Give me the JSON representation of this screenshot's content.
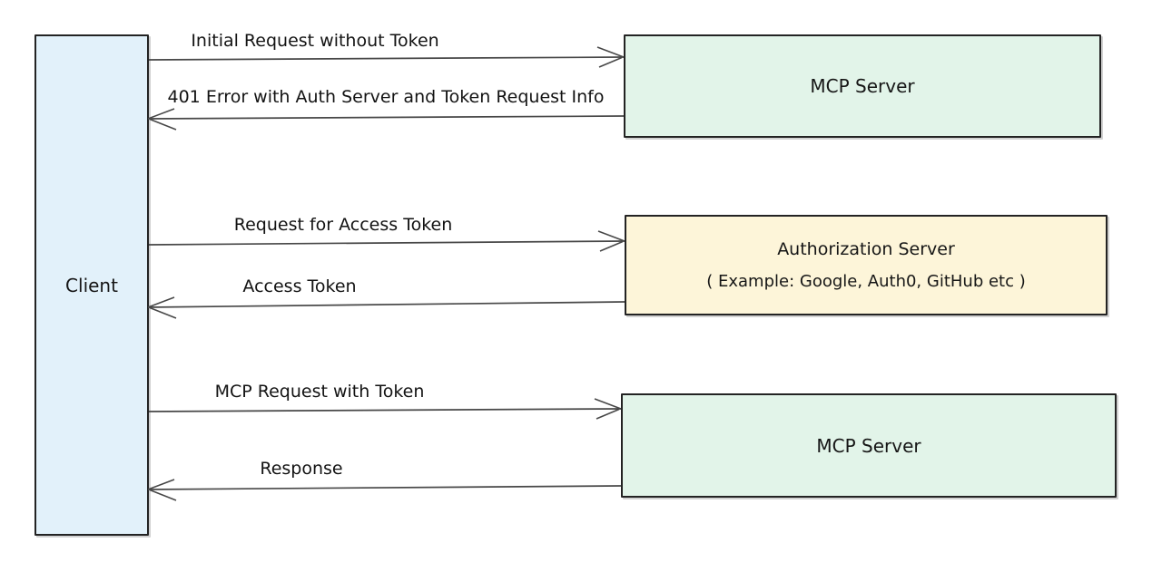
{
  "diagram": {
    "nodes": {
      "client": {
        "label": "Client",
        "fill": "#e2f1fa"
      },
      "mcp_server_top": {
        "label": "MCP Server",
        "fill": "#e2f4e9"
      },
      "auth_server": {
        "label": "Authorization Server",
        "sublabel": "( Example: Google, Auth0, GitHub etc )",
        "fill": "#fdf5d9"
      },
      "mcp_server_bottom": {
        "label": "MCP Server",
        "fill": "#e2f4e9"
      }
    },
    "arrows": [
      {
        "label": "Initial Request without Token",
        "from": "client",
        "to": "mcp_server_top",
        "direction": "right"
      },
      {
        "label": "401 Error with Auth Server and Token Request Info",
        "from": "mcp_server_top",
        "to": "client",
        "direction": "left"
      },
      {
        "label": "Request for Access Token",
        "from": "client",
        "to": "auth_server",
        "direction": "right"
      },
      {
        "label": "Access Token",
        "from": "auth_server",
        "to": "client",
        "direction": "left"
      },
      {
        "label": "MCP Request with Token",
        "from": "client",
        "to": "mcp_server_bottom",
        "direction": "right"
      },
      {
        "label": "Response",
        "from": "mcp_server_bottom",
        "to": "client",
        "direction": "left"
      }
    ],
    "colors": {
      "background": "#ffffff",
      "node_border": "#232323",
      "arrow_stroke": "#474747",
      "text": "#131313",
      "client_fill": "#e2f1fa",
      "mcp_server_fill": "#e2f4e9",
      "auth_server_fill": "#fdf5d9"
    }
  }
}
